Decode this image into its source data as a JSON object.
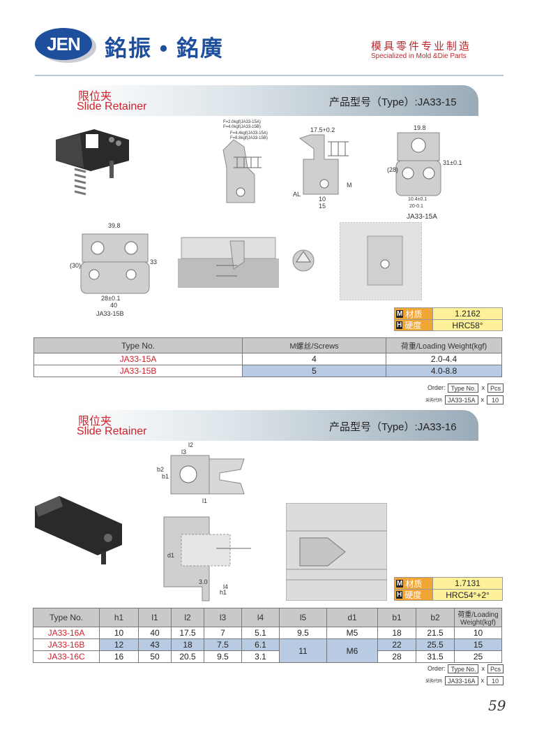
{
  "header": {
    "logo": "JEN",
    "company": "銘振 • 銘廣",
    "slogan_cn": "模具零件专业制造",
    "slogan_en": "Specialized in Mold &Die Parts"
  },
  "section1": {
    "title_cn": "限位夹",
    "title_en": "Slide Retainer",
    "type": "产品型号（Type）:JA33-15",
    "drawing_labels": {
      "f1": "F=2.0kgf(JA33-15A)",
      "f2": "F=4.0kgf(JA33-15B)",
      "f3": "F=4.4kgf(JA33-15A)",
      "f4": "F=8.8kgf(JA33-15B)",
      "d1": "17.5+0.2",
      "d2": "19.8",
      "d3": "31±0.1",
      "d4": "(28)",
      "d5": "10.4±0.1",
      "d6": "20-0.1",
      "d7": "15",
      "d8": "10",
      "d9": "39.8",
      "d10": "28±0.1",
      "d11": "40",
      "d12": "33",
      "d13": "(30)",
      "m": "M",
      "al": "AL",
      "cap_a": "JA33-15A",
      "cap_b": "JA33-15B"
    },
    "material": {
      "m_icon": "M",
      "m_label": "材质",
      "m_value": "1.2162",
      "h_icon": "H",
      "h_label": "硬度",
      "h_value": "HRC58°"
    },
    "table": {
      "headers": [
        "Type No.",
        "M螺丝/Screws",
        "荷重/Loading Weight(kgf)"
      ],
      "rows": [
        [
          "JA33-15A",
          "4",
          "2.0-4.4"
        ],
        [
          "JA33-15B",
          "5",
          "4.0-8.8"
        ]
      ]
    },
    "order": {
      "label": "Order:",
      "type_box": "Type No.",
      "x": "x",
      "pcs_box": "Pcs",
      "code_label": "采购代码",
      "code_value": "JA33-15A",
      "qty": "10"
    }
  },
  "section2": {
    "title_cn": "限位夹",
    "title_en": "Slide Retainer",
    "type": "产品型号（Type）:JA33-16",
    "drawing_labels": {
      "l1": "l1",
      "l2": "l2",
      "l3": "l3",
      "l4": "l4",
      "h1": "h1",
      "b1": "b1",
      "b2": "b2",
      "d1": "d1",
      "dim30": "3.0"
    },
    "material": {
      "m_icon": "M",
      "m_label": "材质",
      "m_value": "1.7131",
      "h_icon": "H",
      "h_label": "硬度",
      "h_value": "HRC54°+2°"
    },
    "table": {
      "headers": [
        "Type No.",
        "h1",
        "l1",
        "l2",
        "l3",
        "l4",
        "l5",
        "d1",
        "b1",
        "b2",
        "荷重/Loading Weight(kgf)"
      ],
      "rows": [
        [
          "JA33-16A",
          "10",
          "40",
          "17.5",
          "7",
          "5.1",
          "9.5",
          "M5",
          "18",
          "21.5",
          "10"
        ],
        [
          "JA33-16B",
          "12",
          "43",
          "18",
          "7.5",
          "6.1",
          "11",
          "M6",
          "22",
          "25.5",
          "15"
        ],
        [
          "JA33-16C",
          "16",
          "50",
          "20.5",
          "9.5",
          "3.1",
          "",
          "",
          "28",
          "31.5",
          "25"
        ]
      ]
    },
    "order": {
      "label": "Order:",
      "type_box": "Type No.",
      "x": "x",
      "pcs_box": "Pcs",
      "code_label": "采购代码",
      "code_value": "JA33-16A",
      "qty": "10"
    }
  },
  "page_number": "59"
}
